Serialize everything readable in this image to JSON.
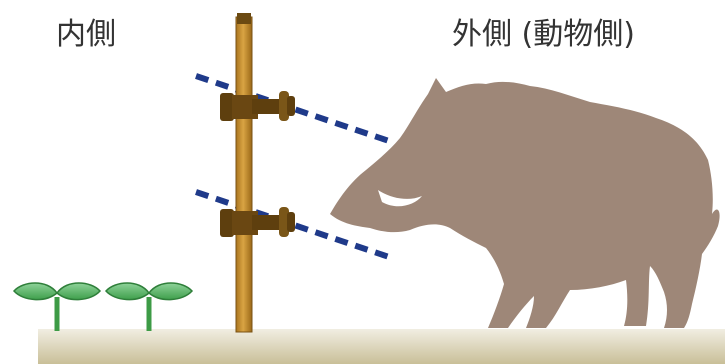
{
  "labels": {
    "inside": "内側",
    "outside": "外側 (動物側)"
  },
  "colors": {
    "ground_top": "#f1eee2",
    "ground_bottom": "#c9bf98",
    "post": "#c08a2b",
    "post_dark": "#8c5f16",
    "insulator": "#5e3f0e",
    "wire": "#1f3a8a",
    "boar": "#9e8778",
    "sprout_leaf": "#5fb86a",
    "sprout_stem": "#3d9b46"
  },
  "icons": [
    "boar-silhouette",
    "sprout",
    "fence-post",
    "insulator",
    "electric-wire"
  ]
}
